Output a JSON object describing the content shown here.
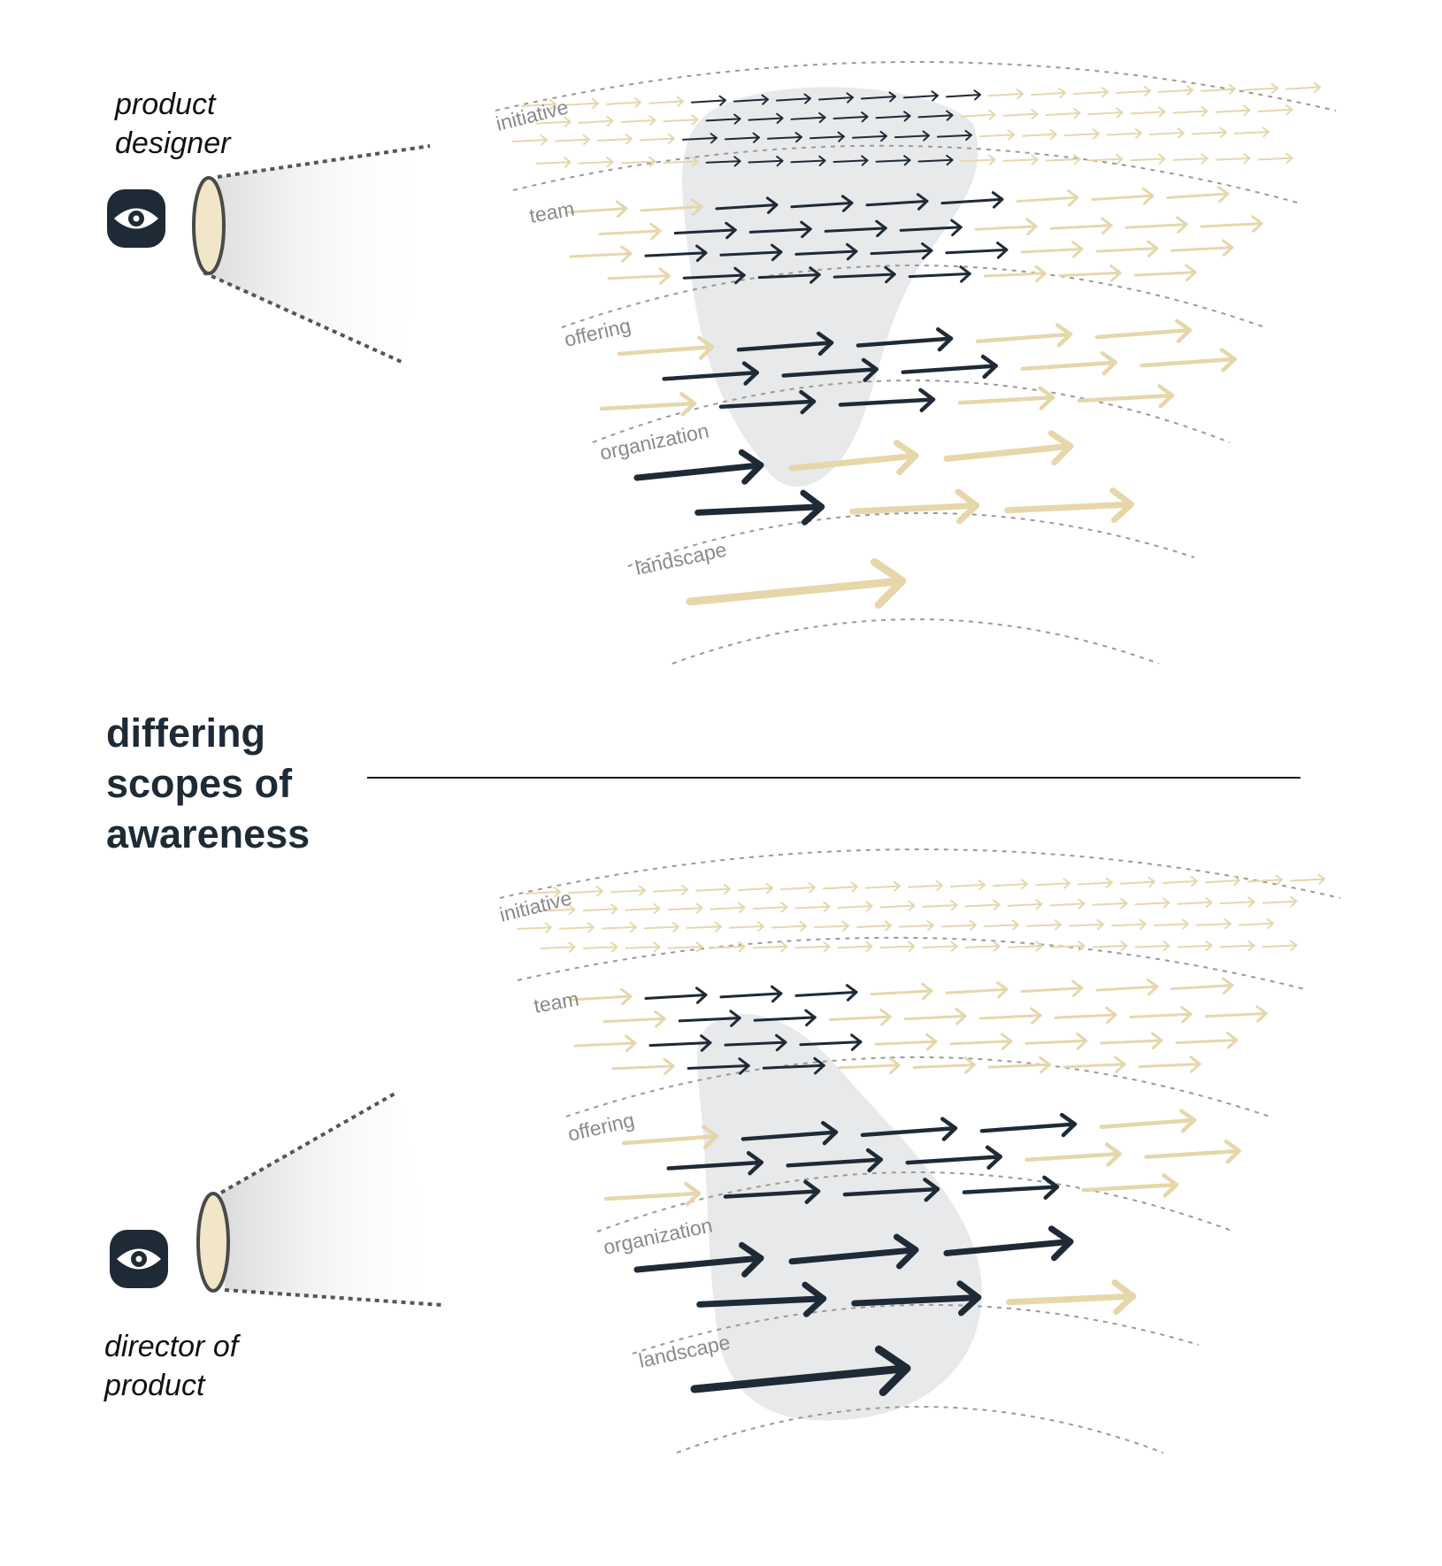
{
  "title": {
    "line1": "differing",
    "line2": "scopes of",
    "line3": "awareness"
  },
  "top_view": {
    "role_label": "product\ndesigner",
    "ring_labels": [
      "initiative",
      "team",
      "offering",
      "organization",
      "landscape"
    ],
    "awareness_rings": [
      "initiative",
      "team",
      "offering",
      "organization"
    ]
  },
  "bottom_view": {
    "role_label": "director of\nproduct",
    "ring_labels": [
      "initiative",
      "team",
      "offering",
      "organization",
      "landscape"
    ],
    "awareness_rings": [
      "team",
      "offering",
      "organization",
      "landscape"
    ]
  },
  "icons": {
    "viewer": "eye-icon",
    "light": "flashlight-beam"
  },
  "colors": {
    "highlight_arrow": "#1f2a37",
    "faded_arrow": "#e6d7ab",
    "awareness_blob": "#e8e9eb",
    "lens": "#f1e6c7",
    "title_text": "#1f2a37"
  }
}
